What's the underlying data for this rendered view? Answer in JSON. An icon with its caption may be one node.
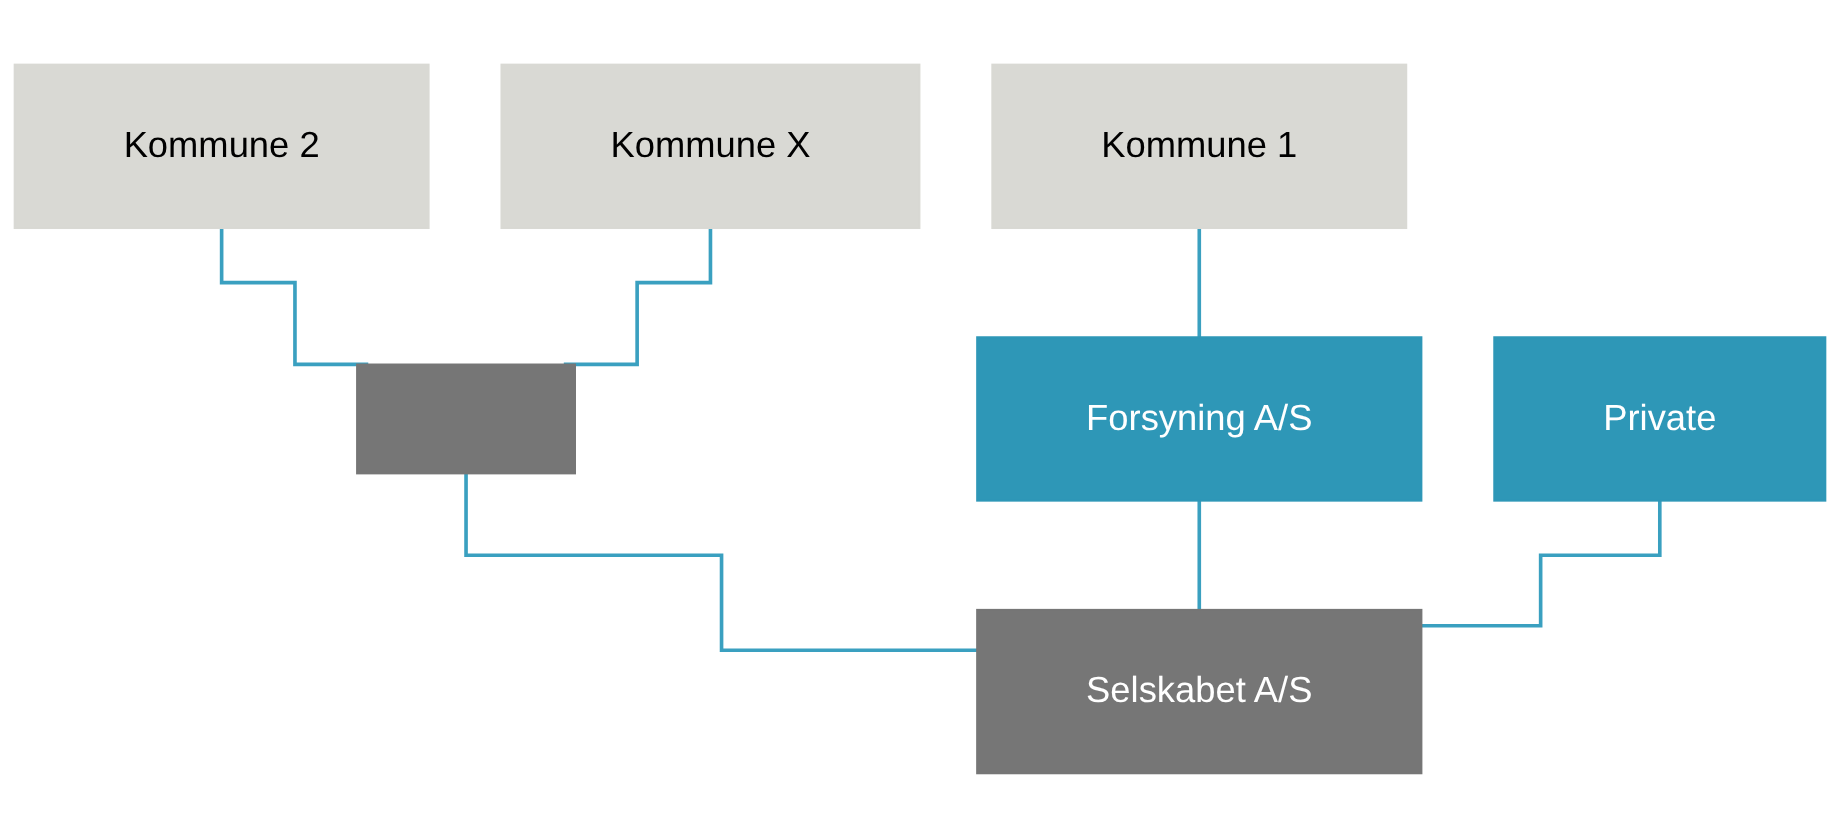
{
  "diagram": {
    "nodes": [
      {
        "text": [
          "Kommune 1"
        ]
      },
      {
        "text": [
          "Kommune 2"
        ]
      },
      {
        "text": [
          "Kommune X"
        ]
      },
      {
        "text": [
          "Private"
        ]
      },
      {
        "text": [
          "Forsyning A/S"
        ]
      },
      {
        "text": [],
        "shape": "box"
      },
      {
        "text": [
          "Selskabet A/S"
        ]
      }
    ],
    "edges": [
      {
        "from": 0,
        "to": 4,
        "arrow": "none"
      },
      {
        "from": 1,
        "to": 5,
        "arrow": "none"
      },
      {
        "from": 2,
        "to": 5,
        "arrow": "none"
      },
      {
        "from": 5,
        "to": 6,
        "arrow": "none"
      },
      {
        "from": 4,
        "to": 6,
        "arrow": "none"
      },
      {
        "from": 3,
        "to": 6,
        "arrow": "none"
      }
    ]
  }
}
